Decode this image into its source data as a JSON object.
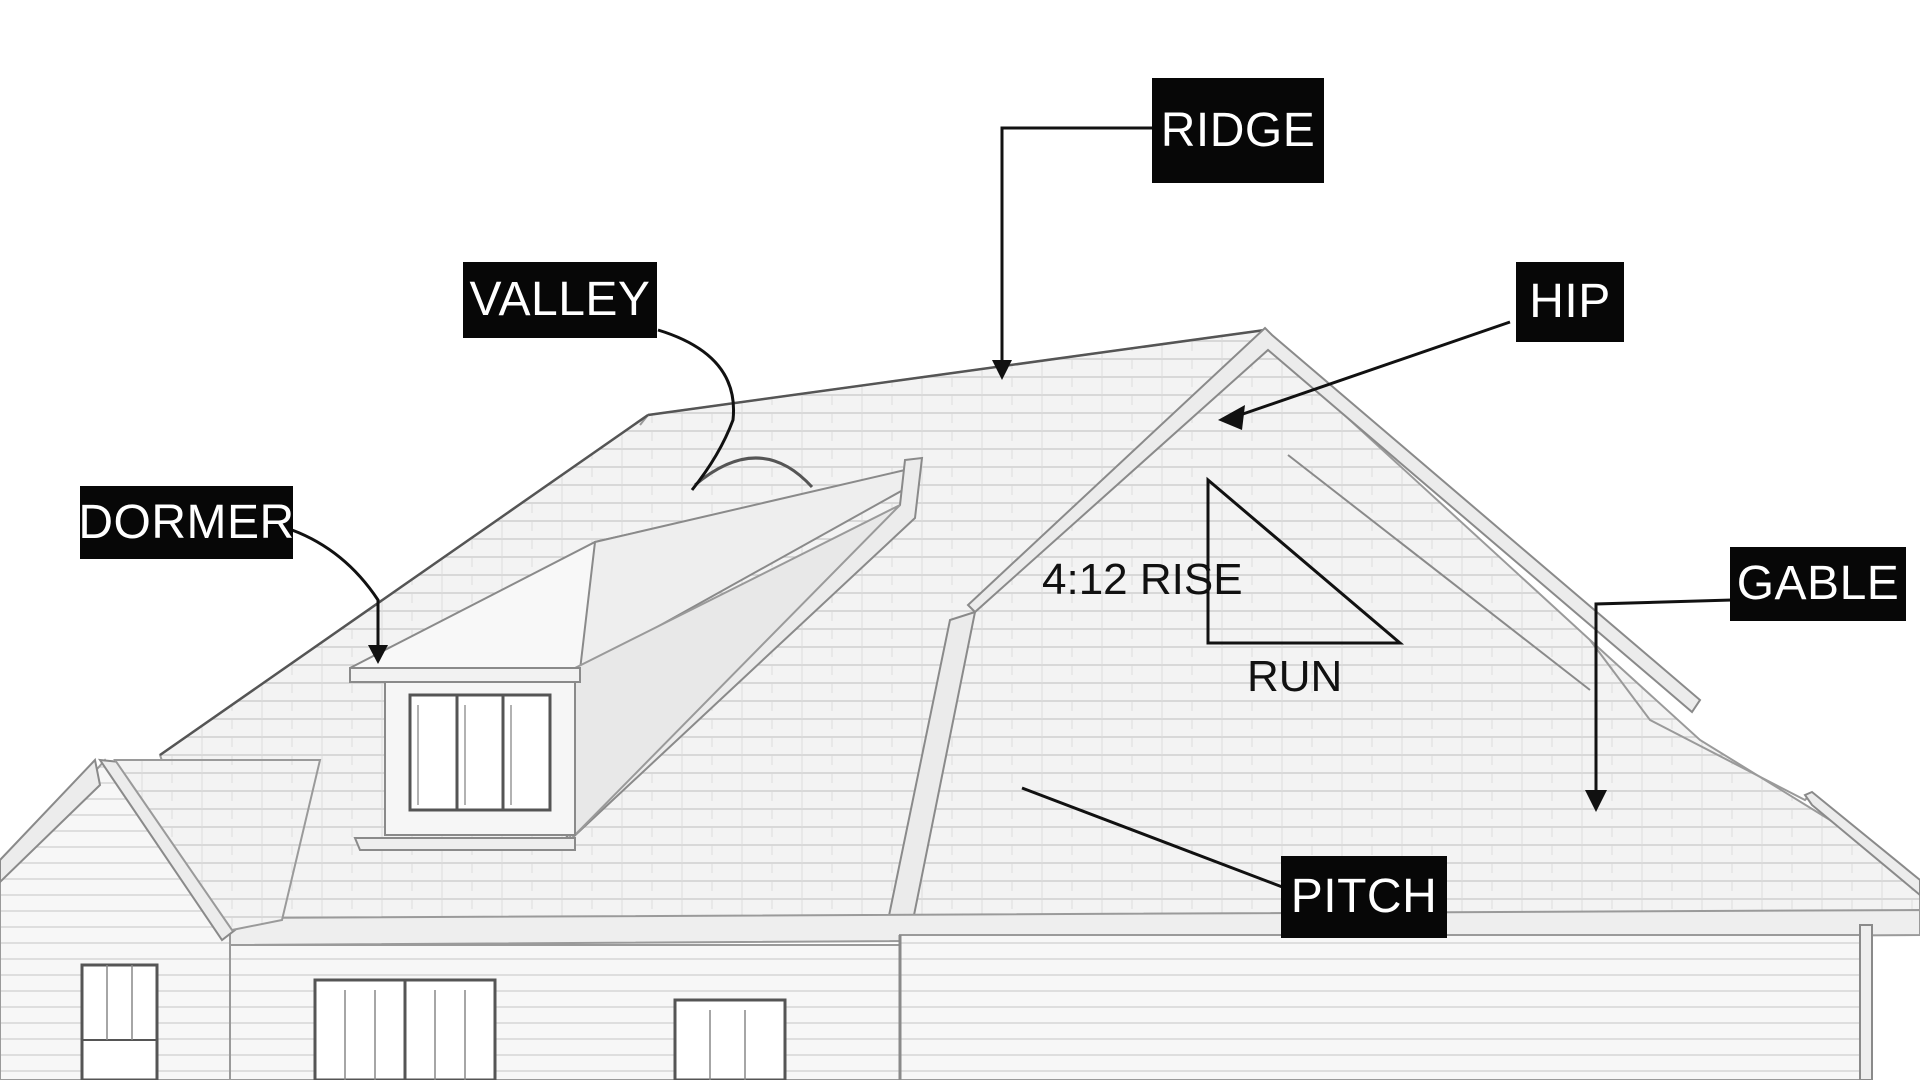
{
  "labels": {
    "ridge": "RIDGE",
    "valley": "VALLEY",
    "hip": "HIP",
    "dormer": "DORMER",
    "gable": "GABLE",
    "pitch": "PITCH",
    "rise": "4:12 RISE",
    "run": "RUN"
  },
  "colors": {
    "label_background": "#070707",
    "label_text": "#ffffff",
    "line_art": "#9a9a9a",
    "roof_fill": "#f4f4f4"
  }
}
